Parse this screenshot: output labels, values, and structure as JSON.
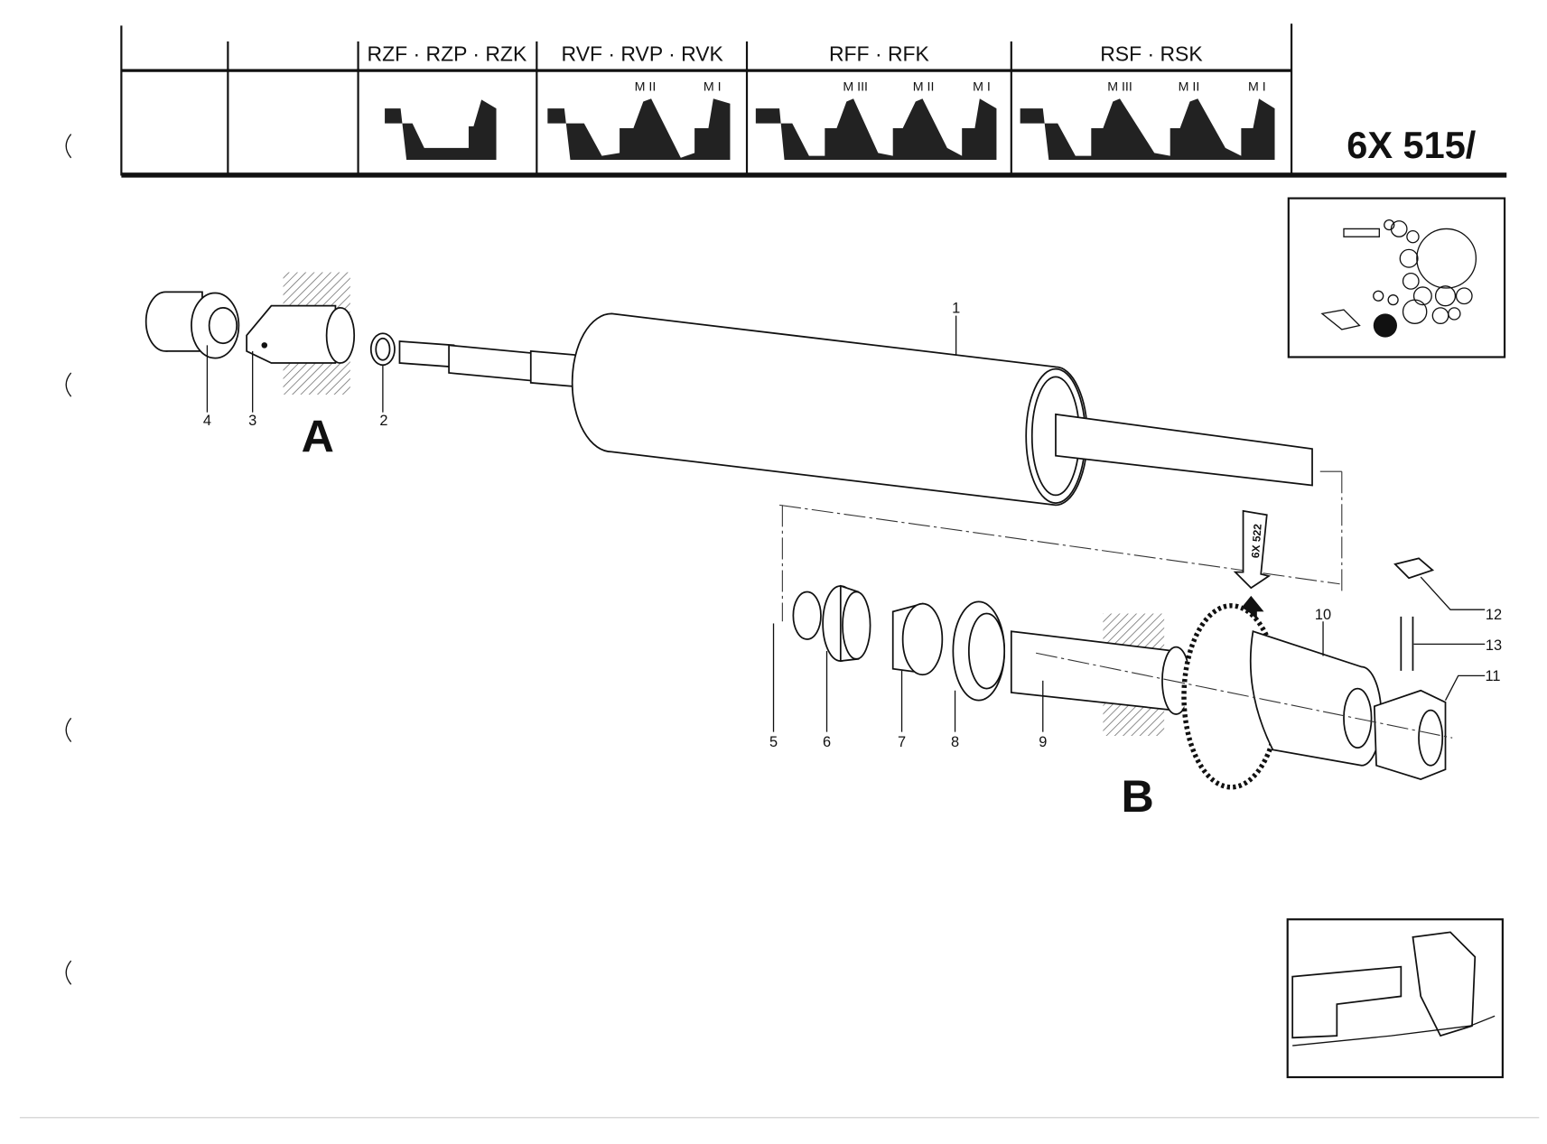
{
  "header": {
    "columns": [
      {
        "label": "RZF · RZP · RZK",
        "sub": []
      },
      {
        "label": "RVF · RVP · RVK",
        "sub": [
          "M II",
          "M I"
        ]
      },
      {
        "label": "RFF · RFK",
        "sub": [
          "M III",
          "M II",
          "M I"
        ]
      },
      {
        "label": "RSF · RSK",
        "sub": [
          "M III",
          "M II",
          "M I"
        ]
      }
    ],
    "doc_id": "6X 515/"
  },
  "diagram": {
    "section_a": "A",
    "section_b": "B",
    "reference_arrow": "6X 522",
    "callouts": {
      "p1": "1",
      "p2": "2",
      "p3": "3",
      "p4": "4",
      "p5": "5",
      "p6": "6",
      "p7": "7",
      "p8": "8",
      "p9": "9",
      "p10": "10",
      "p11": "11",
      "p12": "12",
      "p13": "13"
    }
  }
}
